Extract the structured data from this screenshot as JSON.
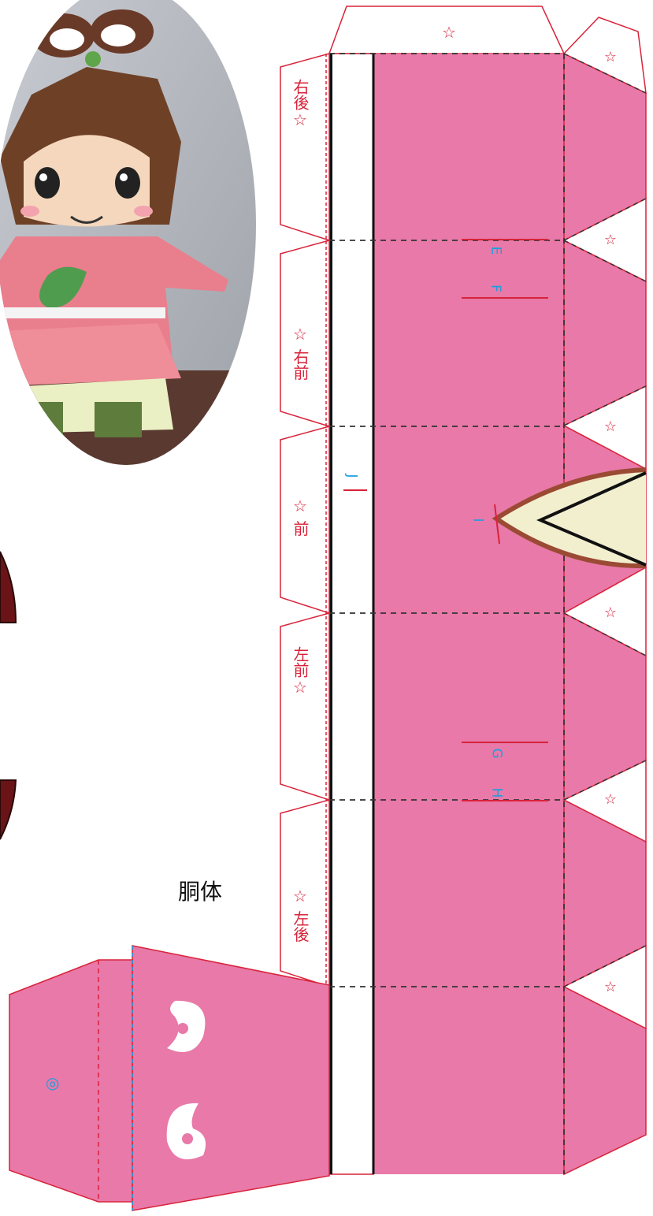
{
  "part_title": "胴体",
  "tab_labels": [
    {
      "id": "right-back",
      "text": "右後☆"
    },
    {
      "id": "right-front",
      "text": "☆ 右前"
    },
    {
      "id": "front",
      "text": "☆ 前"
    },
    {
      "id": "left-front",
      "text": "左前☆"
    },
    {
      "id": "left-back",
      "text": "☆ 左後"
    }
  ],
  "star_mark": "☆",
  "guide_letters": {
    "E": "E",
    "F": "F",
    "G": "G",
    "H": "H",
    "I": "I",
    "J": "J"
  },
  "circle_mark": "◎",
  "colors": {
    "body_pink": "#e879a8",
    "outline_red": "#d8233a",
    "fold_line": "#333333",
    "collar_cream": "#f2efcf",
    "collar_brown": "#9b4a34",
    "guide_blue": "#1a9fe0",
    "dark_maroon": "#6a1418"
  },
  "icons": [
    "photo-doll-thumbnail",
    "comma-pattern-icon"
  ]
}
